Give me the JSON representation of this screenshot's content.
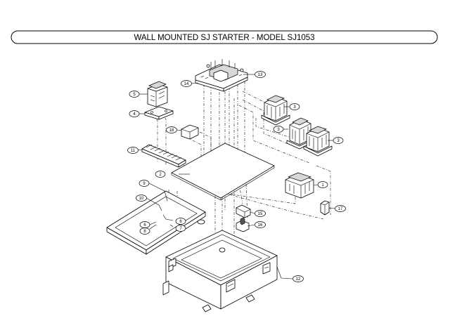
{
  "title": "WALL MOUNTED SJ STARTER - MODEL SJ1053",
  "callouts": [
    {
      "label": "1"
    },
    {
      "label": "2"
    },
    {
      "label": "3"
    },
    {
      "label": "3"
    },
    {
      "label": "3"
    },
    {
      "label": "4"
    },
    {
      "label": "5"
    },
    {
      "label": "6"
    },
    {
      "label": "6"
    },
    {
      "label": "7"
    },
    {
      "label": "8"
    },
    {
      "label": "9"
    },
    {
      "label": "10"
    },
    {
      "label": "11"
    },
    {
      "label": "12"
    },
    {
      "label": "13"
    },
    {
      "label": "14"
    },
    {
      "label": "15"
    },
    {
      "label": "16"
    },
    {
      "label": "17"
    },
    {
      "label": "18"
    }
  ]
}
